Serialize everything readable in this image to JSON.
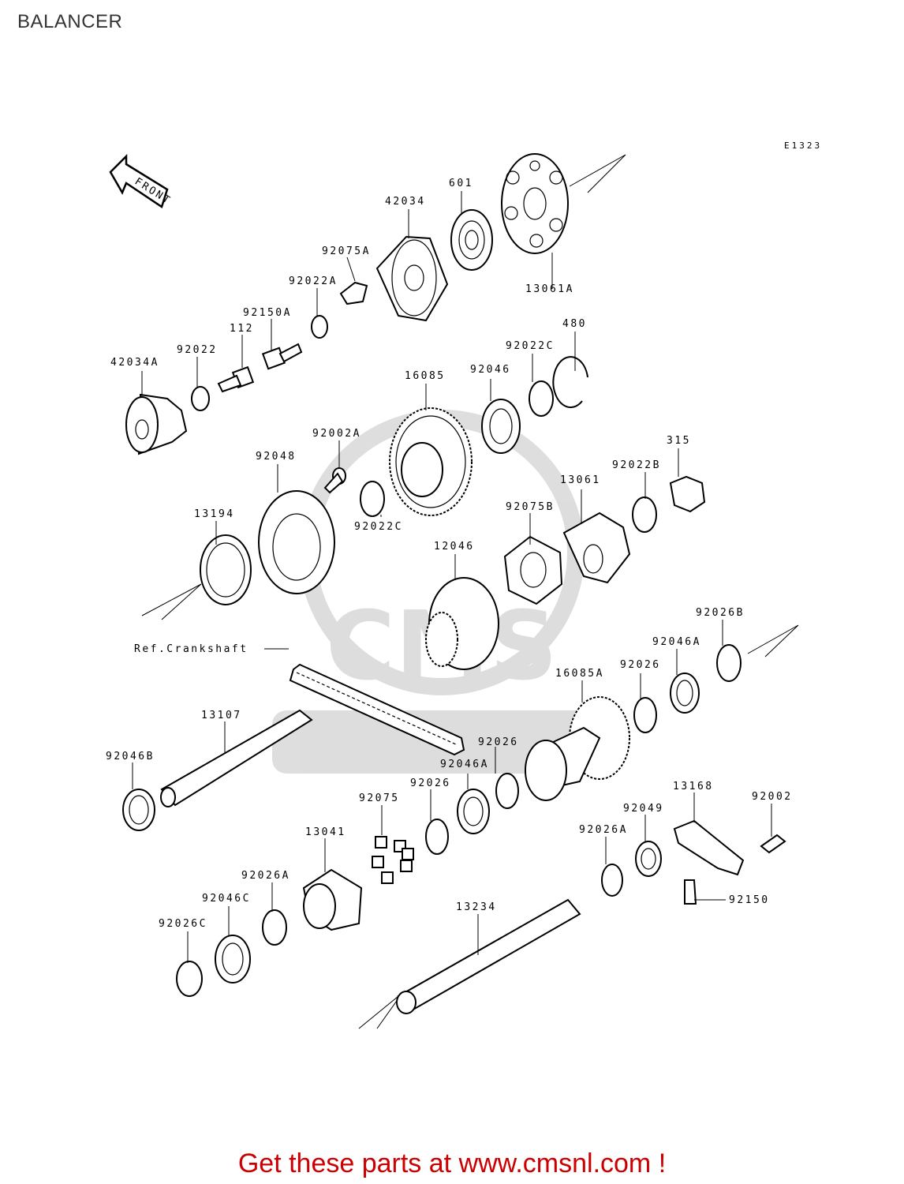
{
  "title": "BALANCER",
  "diagram_code": "E1323",
  "front_arrow_label": "FRONT",
  "ref_label": "Ref.Crankshaft",
  "watermark": "CMS www.cmsnl.com",
  "footer_text": "Get these parts at www.cmsnl.com !",
  "part_labels": [
    "601",
    "42034",
    "92075A",
    "92022A",
    "13061A",
    "92150A",
    "112",
    "92022",
    "42034A",
    "480",
    "92022C",
    "92046",
    "16085",
    "92002A",
    "92048",
    "315",
    "92022B",
    "13061",
    "13194",
    "92075B",
    "92022C",
    "12046",
    "92026B",
    "92046A",
    "92026",
    "16085A",
    "13107",
    "92026",
    "92046B",
    "92046A",
    "92026",
    "92075",
    "13168",
    "92002",
    "92049",
    "13041",
    "92026A",
    "92026A",
    "92046C",
    "92150",
    "13234",
    "92026C"
  ]
}
